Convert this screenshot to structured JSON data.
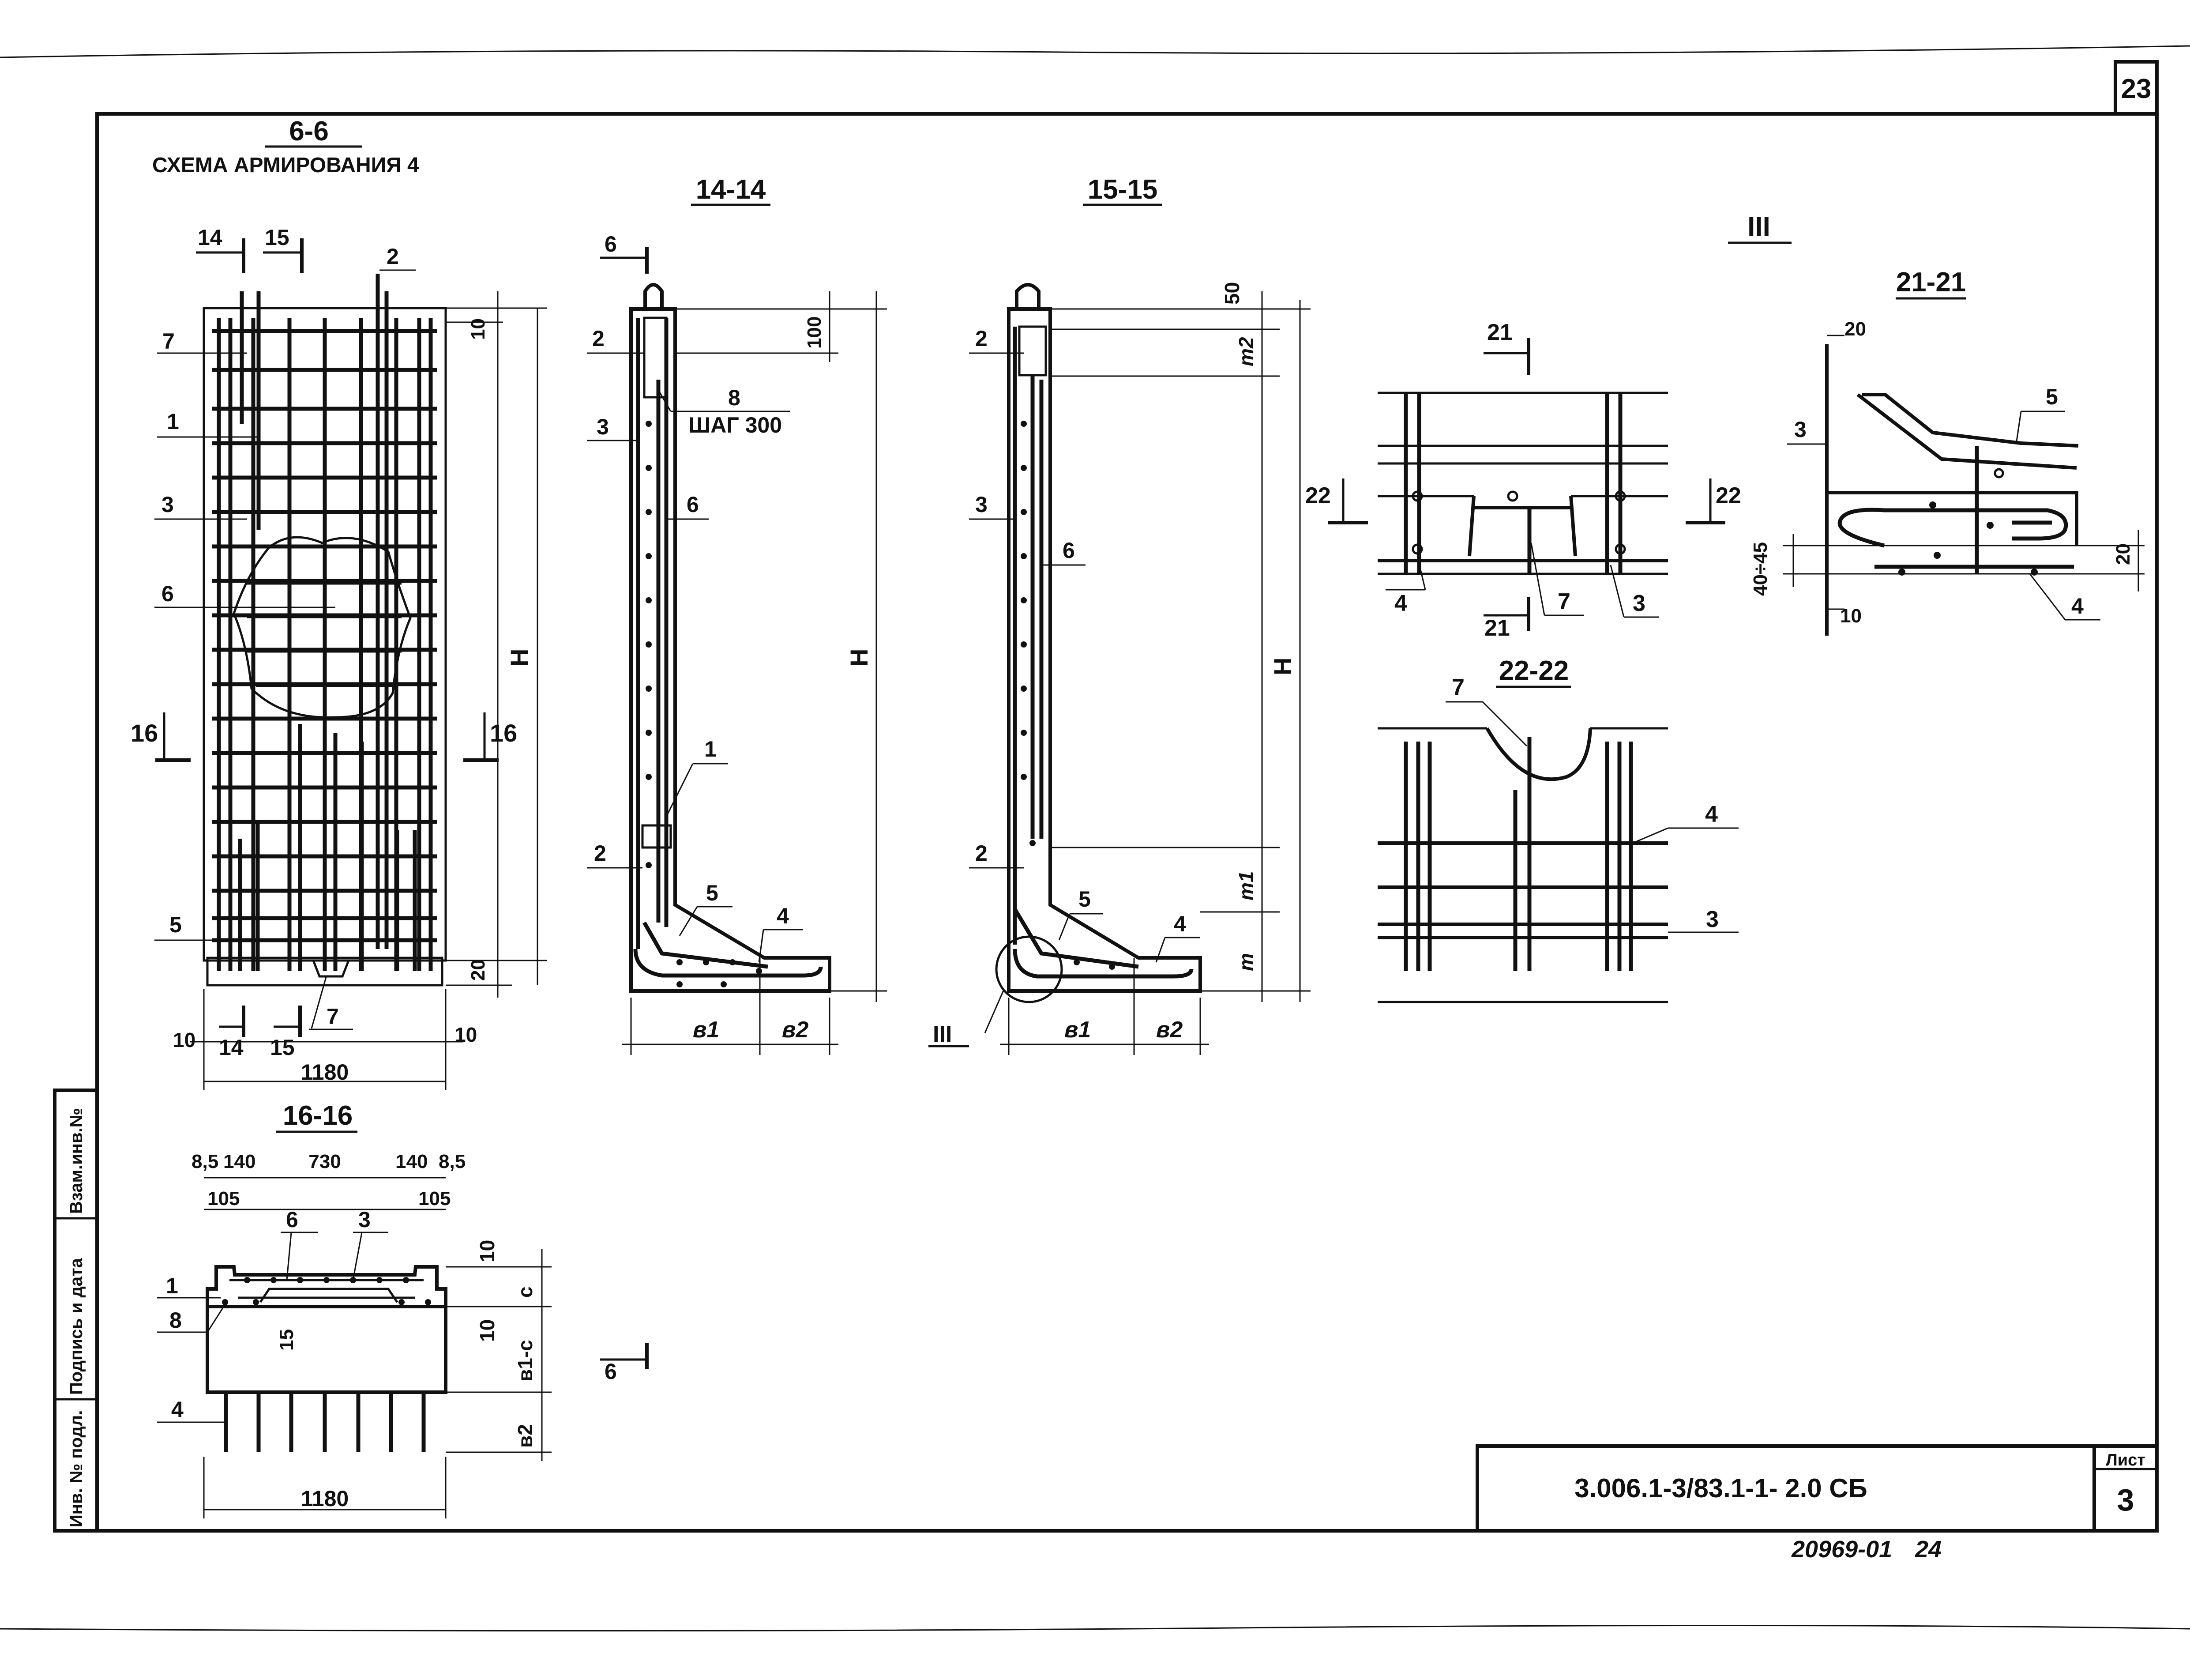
{
  "sheet": {
    "page_number": "23",
    "list_label": "Лист",
    "list_number": "3",
    "designation": "3.006.1-3/83.1-1- 2.0 СБ",
    "archive_number": "20969-01",
    "archive_page": "24",
    "side_stamp": [
      "Инв. № подл.",
      "Подпись и дата",
      "Взам.инв.№"
    ]
  },
  "view_6_6": {
    "title": "6-6",
    "subtitle": "СХЕМА АРМИРОВАНИЯ 4",
    "cut_top_left": "14",
    "cut_top_right": "15",
    "cut_bot_left": "14",
    "cut_bot_right": "15",
    "cut_side_left": "16",
    "cut_side_right": "16",
    "callouts": [
      "7",
      "1",
      "3",
      "6",
      "5",
      "2",
      "7"
    ],
    "dim_top": "10",
    "dim_height": "H",
    "dim_bottom": "20",
    "dim_left": "10",
    "dim_right": "10",
    "dim_width": "1180"
  },
  "view_16_16": {
    "title": "16-16",
    "dims_top": [
      "8,5",
      "140",
      "730",
      "140",
      "8,5"
    ],
    "dims_second": [
      "105",
      "105"
    ],
    "callouts": [
      "6",
      "3",
      "1",
      "8",
      "4"
    ],
    "dim_inner": "15",
    "dims_right": [
      "10",
      "c",
      "10",
      "в1-c",
      "в2"
    ],
    "dim_width": "1180"
  },
  "view_14_14": {
    "title": "14-14",
    "cut_label_top": "6",
    "cut_label_bottom": "6",
    "callouts": [
      "2",
      "3",
      "6",
      "1",
      "2",
      "5",
      "4"
    ],
    "note_number": "8",
    "note_text": "ШАГ 300",
    "dim_top": "100",
    "dim_height": "H",
    "dim_b1": "в1",
    "dim_b2": "в2"
  },
  "view_15_15": {
    "title": "15-15",
    "callouts": [
      "2",
      "3",
      "6",
      "2",
      "5",
      "4"
    ],
    "detail_ref": "III",
    "dims_right": [
      "50",
      "m2",
      "H",
      "m1",
      "m"
    ],
    "dim_b1": "в1",
    "dim_b2": "в2"
  },
  "detail_III": {
    "title": "III",
    "cut_top": "21",
    "cut_bottom": "21",
    "cut_left": "22",
    "cut_right": "22",
    "callouts": [
      "4",
      "7",
      "3"
    ]
  },
  "view_21_21": {
    "title": "21-21",
    "callouts": [
      "3",
      "5",
      "4"
    ],
    "dims": [
      "20",
      "40÷45",
      "10",
      "20"
    ]
  },
  "view_22_22": {
    "title": "22-22",
    "callouts": [
      "7",
      "4",
      "3"
    ]
  }
}
